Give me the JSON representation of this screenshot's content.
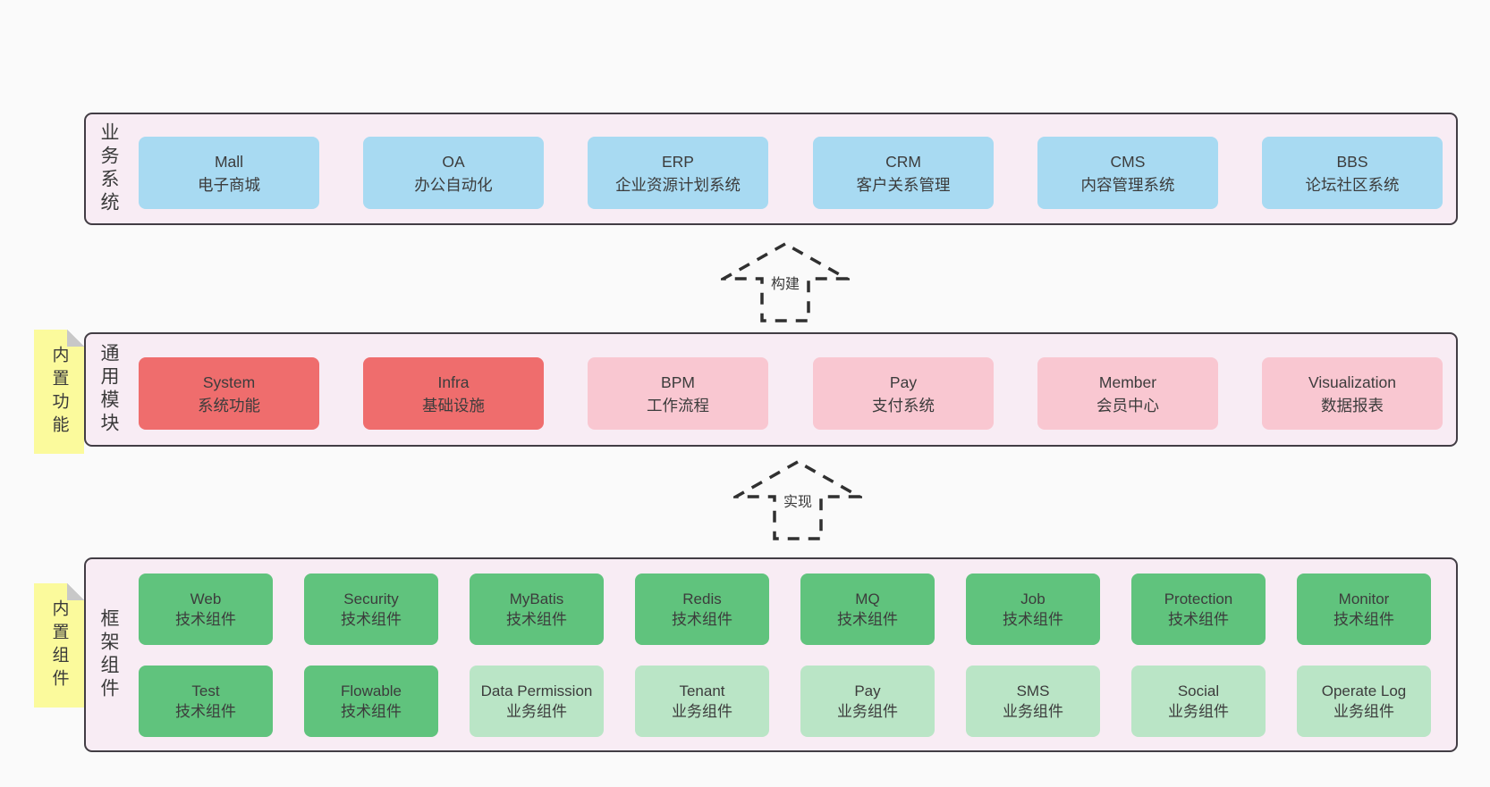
{
  "colors": {
    "page_bg": "#fafafa",
    "panel_bg": "#f8ecf4",
    "panel_border": "#423d44",
    "blue": "#a8daf2",
    "red": "#ef6d6d",
    "pink": "#f9c7d1",
    "green": "#60c37d",
    "light_green": "#bae5c6",
    "sticky_yellow": "#fbfa9c",
    "fold_gray": "#c8c8c8",
    "text": "#3c3c3c",
    "arrow": "#303030"
  },
  "sections": {
    "business": {
      "label": "业务系统",
      "boxes": [
        {
          "en": "Mall",
          "zh": "电子商城",
          "style": "blue"
        },
        {
          "en": "OA",
          "zh": "办公自动化",
          "style": "blue"
        },
        {
          "en": "ERP",
          "zh": "企业资源计划系统",
          "style": "blue"
        },
        {
          "en": "CRM",
          "zh": "客户关系管理",
          "style": "blue"
        },
        {
          "en": "CMS",
          "zh": "内容管理系统",
          "style": "blue"
        },
        {
          "en": "BBS",
          "zh": "论坛社区系统",
          "style": "blue"
        }
      ]
    },
    "modules": {
      "label": "通用模块",
      "sticky": "内置功能",
      "boxes": [
        {
          "en": "System",
          "zh": "系统功能",
          "style": "red"
        },
        {
          "en": "Infra",
          "zh": "基础设施",
          "style": "red"
        },
        {
          "en": "BPM",
          "zh": "工作流程",
          "style": "pink"
        },
        {
          "en": "Pay",
          "zh": "支付系统",
          "style": "pink"
        },
        {
          "en": "Member",
          "zh": "会员中心",
          "style": "pink"
        },
        {
          "en": "Visualization",
          "zh": "数据报表",
          "style": "pink"
        }
      ]
    },
    "components": {
      "label": "框架组件",
      "sticky": "内置组件",
      "rows": [
        [
          {
            "en": "Web",
            "zh": "技术组件",
            "style": "green"
          },
          {
            "en": "Security",
            "zh": "技术组件",
            "style": "green"
          },
          {
            "en": "MyBatis",
            "zh": "技术组件",
            "style": "green"
          },
          {
            "en": "Redis",
            "zh": "技术组件",
            "style": "green"
          },
          {
            "en": "MQ",
            "zh": "技术组件",
            "style": "green"
          },
          {
            "en": "Job",
            "zh": "技术组件",
            "style": "green"
          },
          {
            "en": "Protection",
            "zh": "技术组件",
            "style": "green"
          },
          {
            "en": "Monitor",
            "zh": "技术组件",
            "style": "green"
          }
        ],
        [
          {
            "en": "Test",
            "zh": "技术组件",
            "style": "green"
          },
          {
            "en": "Flowable",
            "zh": "技术组件",
            "style": "green"
          },
          {
            "en": "Data Permission",
            "zh": "业务组件",
            "style": "lightgreen"
          },
          {
            "en": "Tenant",
            "zh": "业务组件",
            "style": "lightgreen"
          },
          {
            "en": "Pay",
            "zh": "业务组件",
            "style": "lightgreen"
          },
          {
            "en": "SMS",
            "zh": "业务组件",
            "style": "lightgreen"
          },
          {
            "en": "Social",
            "zh": "业务组件",
            "style": "lightgreen"
          },
          {
            "en": "Operate Log",
            "zh": "业务组件",
            "style": "lightgreen"
          }
        ]
      ]
    }
  },
  "arrows": [
    {
      "label": "构建"
    },
    {
      "label": "实现"
    }
  ]
}
